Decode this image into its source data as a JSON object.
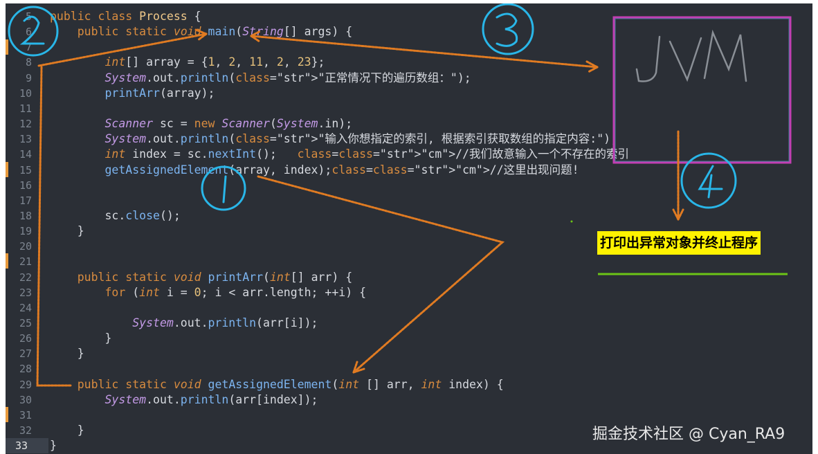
{
  "editor": {
    "lines": [
      {
        "n": "5",
        "t": "public class Process {"
      },
      {
        "n": "6",
        "t": "    public static void main(String[] args) {"
      },
      {
        "n": "7",
        "t": ""
      },
      {
        "n": "8",
        "t": "        int[] array = {1, 2, 11, 2, 23};"
      },
      {
        "n": "9",
        "t": "        System.out.println(\"正常情况下的遍历数组：\");"
      },
      {
        "n": "10",
        "t": "        printArr(array);"
      },
      {
        "n": "11",
        "t": ""
      },
      {
        "n": "12",
        "t": "        Scanner sc = new Scanner(System.in);"
      },
      {
        "n": "13",
        "t": "        System.out.println(\"输入你想指定的索引, 根据索引获取数组的指定内容:\");"
      },
      {
        "n": "14",
        "t": "        int index = sc.nextInt();   //我们故意输入一个不存在的索引"
      },
      {
        "n": "15",
        "t": "        getAssignedElement(array, index);//这里出现问题!"
      },
      {
        "n": "16",
        "t": ""
      },
      {
        "n": "17",
        "t": ""
      },
      {
        "n": "18",
        "t": "        sc.close();"
      },
      {
        "n": "19",
        "t": "    }"
      },
      {
        "n": "20",
        "t": ""
      },
      {
        "n": "21",
        "t": ""
      },
      {
        "n": "22",
        "t": "    public static void printArr(int[] arr) {"
      },
      {
        "n": "23",
        "t": "        for (int i = 0; i < arr.length; ++i) {"
      },
      {
        "n": "24",
        "t": ""
      },
      {
        "n": "25",
        "t": "            System.out.println(arr[i]);"
      },
      {
        "n": "26",
        "t": "        }"
      },
      {
        "n": "27",
        "t": "    }"
      },
      {
        "n": "28",
        "t": ""
      },
      {
        "n": "29",
        "t": "    public static void getAssignedElement(int [] arr, int index) {"
      },
      {
        "n": "30",
        "t": "        System.out.println(arr[index]);"
      },
      {
        "n": "31",
        "t": ""
      },
      {
        "n": "32",
        "t": "    }"
      },
      {
        "n": "33",
        "t": "}"
      }
    ],
    "current_line": "33"
  },
  "annotations": {
    "jvm_label": "JVM",
    "circle_1": "1",
    "circle_2": "2",
    "circle_3": "3",
    "circle_4": "4",
    "caption": "打印出异常对象并终止程序",
    "arrow_color": "#e07b22",
    "circle_color": "#29b6e8",
    "caption_bg": "#fff200",
    "green_line_color": "#6cc417"
  },
  "watermark": "掘金技术社区 @ Cyan_RA9"
}
